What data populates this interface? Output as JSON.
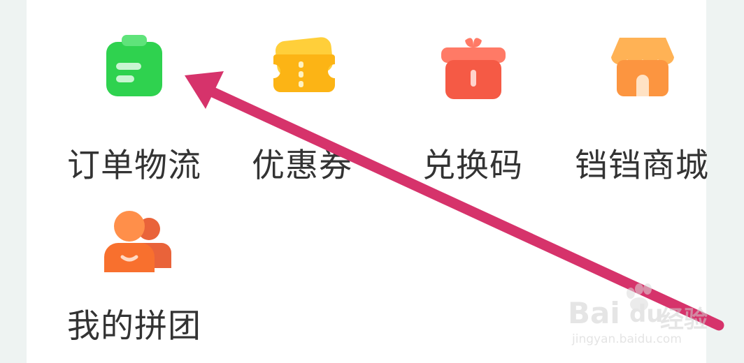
{
  "menu": {
    "items": [
      {
        "label": "订单物流",
        "icon": "order-clipboard-icon",
        "color": "#2fd24f"
      },
      {
        "label": "优惠券",
        "icon": "coupon-ticket-icon",
        "color": "#fcb415"
      },
      {
        "label": "兑换码",
        "icon": "gift-box-icon",
        "color": "#f55a45"
      },
      {
        "label": "铛铛商城",
        "icon": "store-icon",
        "color": "#fc9540"
      },
      {
        "label": "我的拼团",
        "icon": "group-buy-icon",
        "color": "#f8702e"
      }
    ]
  },
  "annotation": {
    "arrow_color": "#d6336b"
  },
  "watermark": {
    "brand": "Bai",
    "brand2": "du",
    "suffix": "经验",
    "url": "jingyan.baidu.com"
  }
}
